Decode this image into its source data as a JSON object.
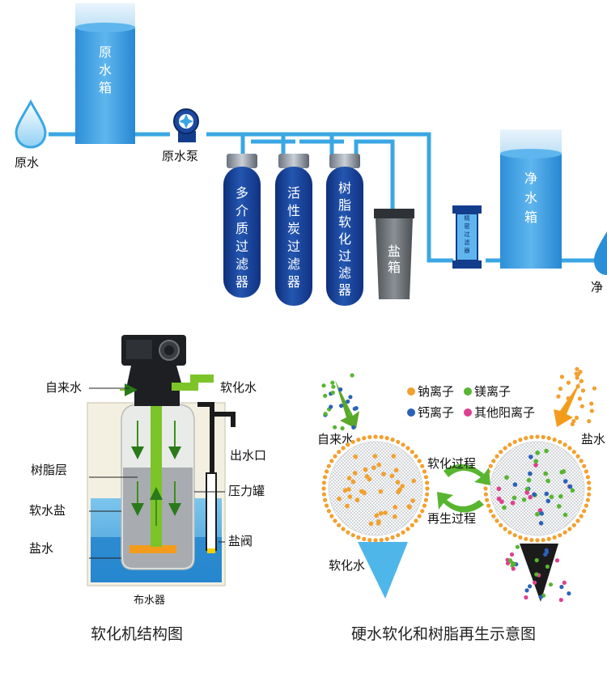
{
  "top": {
    "raw_water": "原水",
    "raw_tank": "原水箱",
    "raw_pump": "原水泵",
    "multi_filter": "多介质过滤器",
    "carbon_filter": "活性炭过滤器",
    "resin_filter": "树脂软化过滤器",
    "salt_box": "盐箱",
    "precision_filter": "精密过滤器",
    "clean_tank": "净水箱",
    "clean_water_cut": "净"
  },
  "softener": {
    "tap_water": "自来水",
    "soft_water": "软化水",
    "outlet": "出水口",
    "resin_layer": "树脂层",
    "pressure_tank": "压力罐",
    "soft_salt": "软水盐",
    "brine": "盐水",
    "salt_valve": "盐阀",
    "distributor": "布水器",
    "caption": "软化机结构图"
  },
  "regen": {
    "legend_na": "钠离子",
    "legend_mg": "镁离子",
    "legend_ca": "钙离子",
    "legend_other": "其他阳离子",
    "tap_water": "自来水",
    "brine_cut": "盐水",
    "soften_process": "软化过程",
    "regen_process": "再生过程",
    "soft_water": "软化水",
    "caption": "硬水软化和树脂再生示意图"
  },
  "colors": {
    "blue": "#1a7fd0",
    "navy": "#123d8c",
    "pipe": "#3aa7e3",
    "green": "#7cc428",
    "orange": "#f39c1c",
    "na": "#f2a02e",
    "mg": "#58b530",
    "ca": "#2a62b8",
    "other": "#de3f8f"
  }
}
